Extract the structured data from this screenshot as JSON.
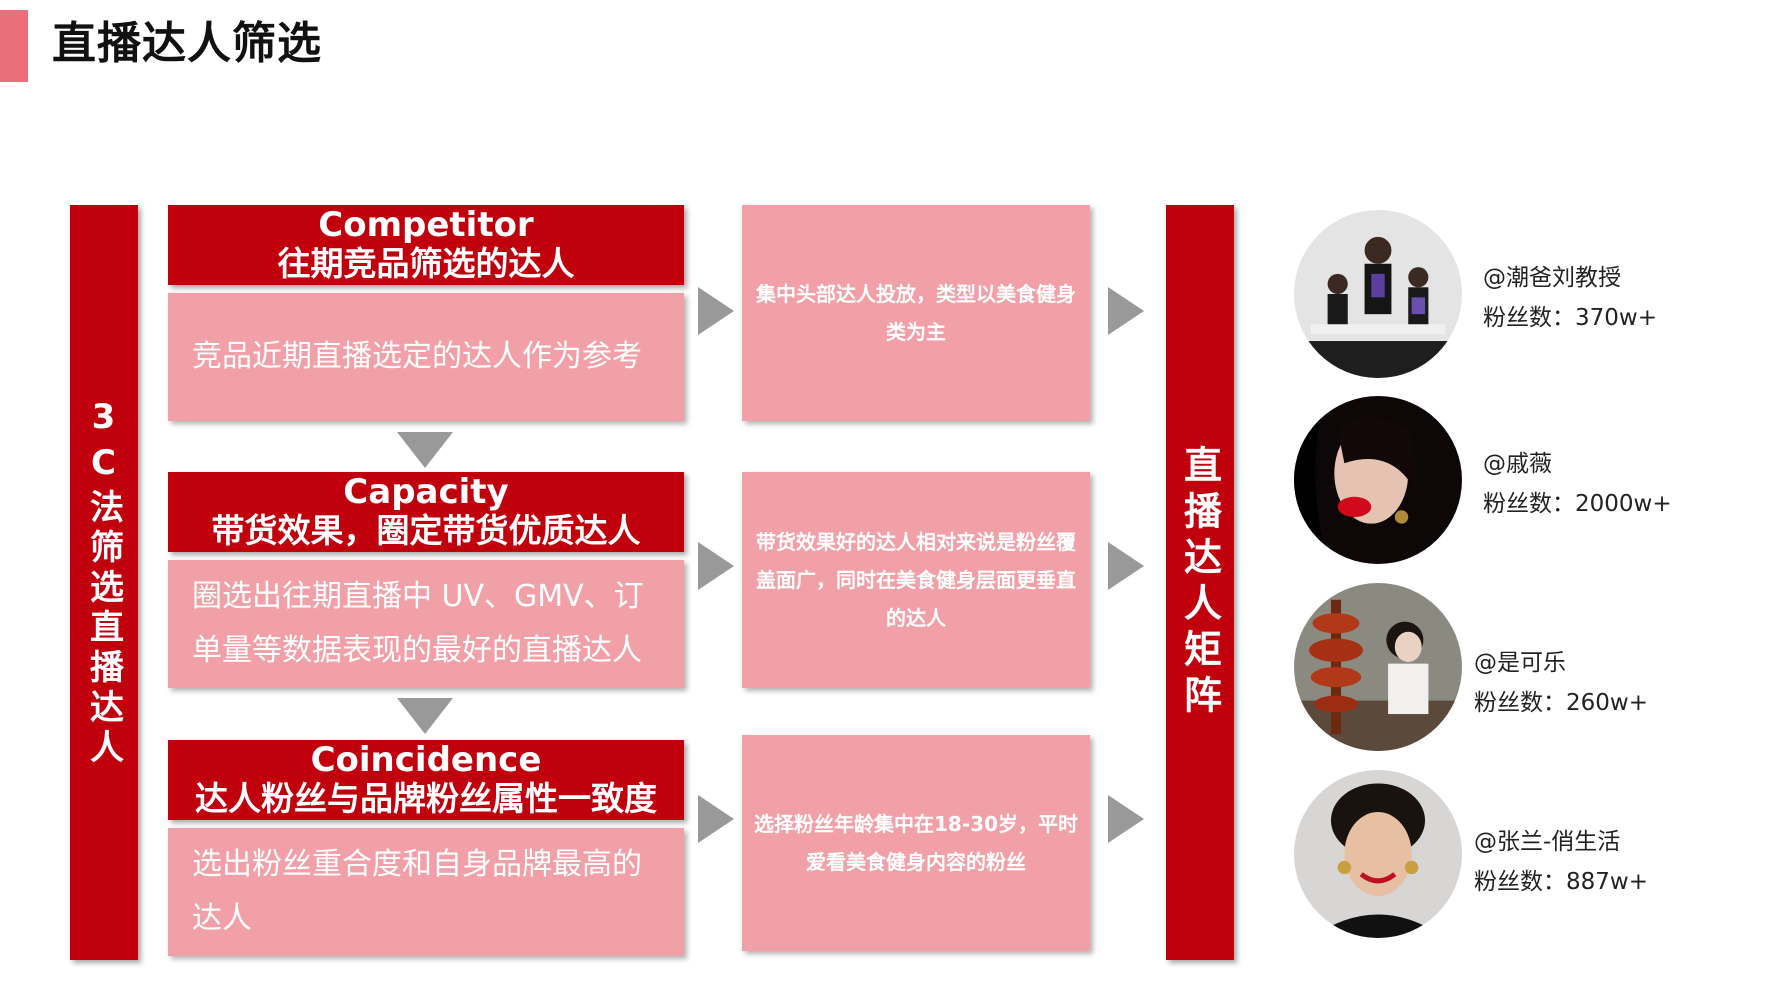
{
  "title": "直播达人筛选",
  "left_banner": "3C法筛选直播达人",
  "right_banner": "直播达人矩阵",
  "criteria": [
    {
      "en": "Competitor",
      "cn": "往期竞品筛选的达人",
      "desc": "竞品近期直播选定的达人作为参考",
      "result": "集中头部达人投放，类型以美食健身类为主"
    },
    {
      "en": "Capacity",
      "cn": "带货效果，圈定带货优质达人",
      "desc": "圈选出往期直播中 UV、GMV、订单量等数据表现的最好的直播达人",
      "result": "带货效果好的达人相对来说是粉丝覆盖面广，同时在美食健身层面更垂直的达人"
    },
    {
      "en": "Coincidence",
      "cn": "达人粉丝与品牌粉丝属性一致度",
      "desc": "选出粉丝重合度和自身品牌最高的达人",
      "result": "选择粉丝年龄集中在18-30岁，平时爱看美食健身内容的粉丝"
    }
  ],
  "kols": [
    {
      "name": "@潮爸刘教授",
      "fans": "粉丝数：370w+"
    },
    {
      "name": "@戚薇",
      "fans": "粉丝数：2000w+"
    },
    {
      "name": "@是可乐",
      "fans": "粉丝数：260w+"
    },
    {
      "name": "@张兰-俏生活",
      "fans": "粉丝数：887w+"
    }
  ],
  "colors": {
    "primary_red": "#c0000d",
    "pink": "#f2a0a8",
    "accent": "#e96f7a",
    "arrow_gray": "#999999"
  }
}
